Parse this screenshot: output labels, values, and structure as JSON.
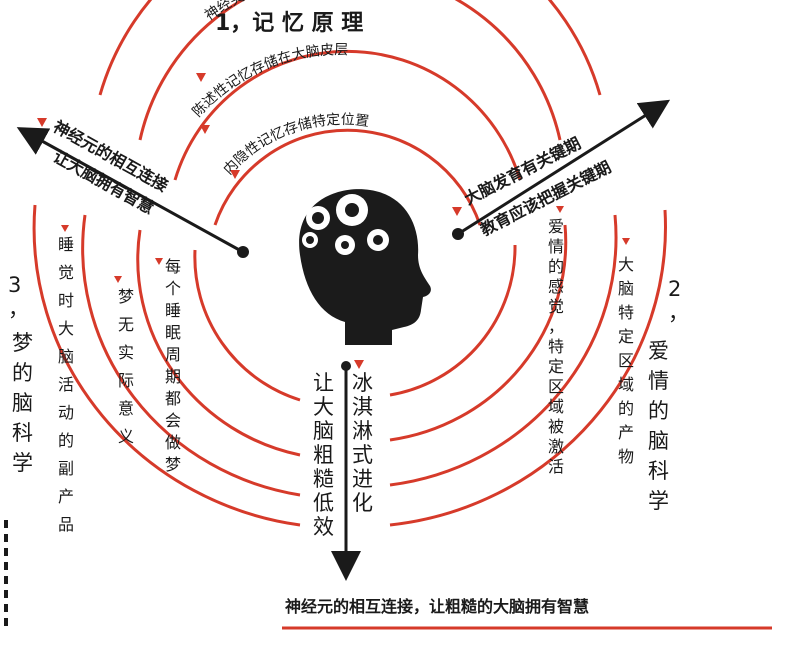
{
  "title": "1，记 忆 原 理",
  "colors": {
    "ring": "#d63a2a",
    "ink": "#1a1a1a",
    "brain": "#1b1b1b"
  },
  "icons": {
    "center": "head-with-gears-icon"
  },
  "top_arcs": [
    "神经突触变化的结果",
    "陈述性记忆存储在大脑皮层",
    "内隐性记忆存储特定位置"
  ],
  "left_section": {
    "number": "3，",
    "title": "梦的脑科学",
    "arrow_text_1": "神经元的相互连接",
    "arrow_text_2": "让大脑拥有智慧",
    "items": [
      "睡觉时大脑活动的副产品",
      "梦无实际意义",
      "每个睡眠周期都会做梦"
    ]
  },
  "right_section": {
    "number": "2，",
    "title": "爱情的脑科学",
    "arrow_text_1": "大脑发育有关键期",
    "arrow_text_2": "教育应该把握关键期",
    "items": [
      "大脑特定区域的产物",
      "爱情的感觉，特定区域被激活"
    ]
  },
  "center_down": {
    "left": "让大脑粗糙低效",
    "right": "冰淇淋式进化"
  },
  "footer": "神经元的相互连接，让粗糙的大脑拥有智慧"
}
